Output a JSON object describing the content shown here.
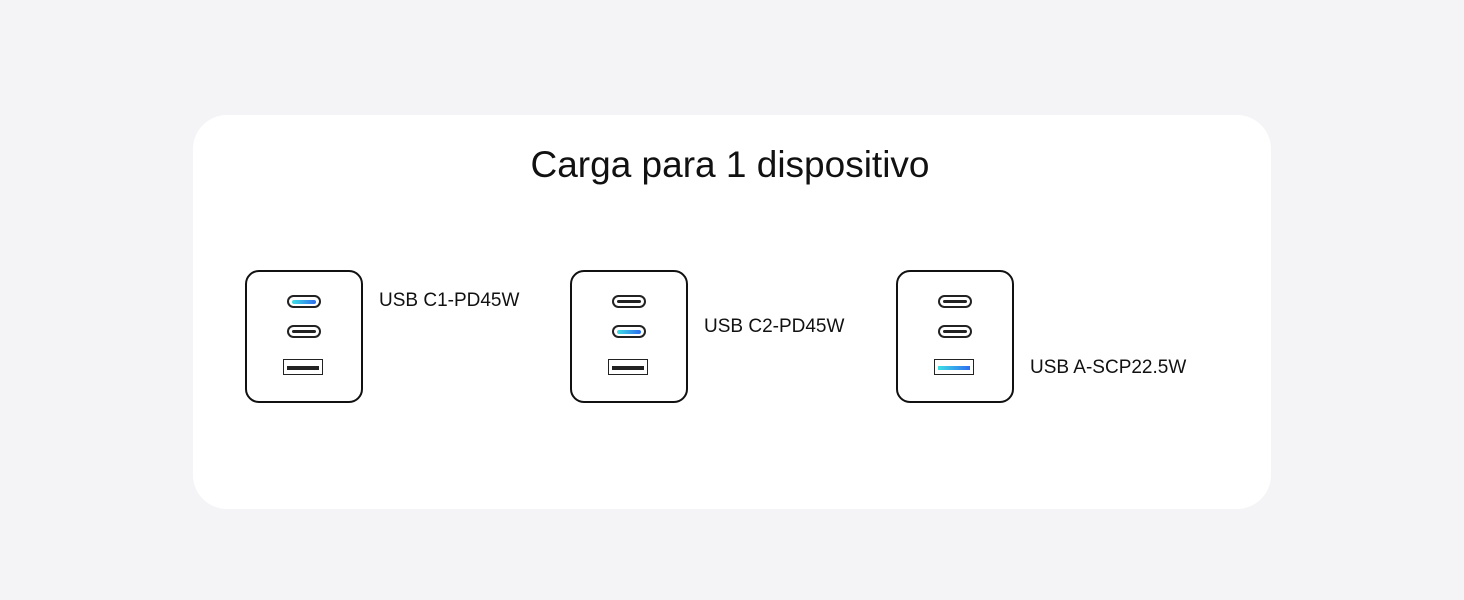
{
  "title": "Carga para 1 dispositivo",
  "chargers": [
    {
      "label": "USB C1-PD45W",
      "active": "c1"
    },
    {
      "label": "USB C2-PD45W",
      "active": "c2"
    },
    {
      "label": "USB A-SCP22.5W",
      "active": "a"
    }
  ],
  "colors": {
    "active_start": "#3ee0e6",
    "active_end": "#2f6cf0"
  }
}
